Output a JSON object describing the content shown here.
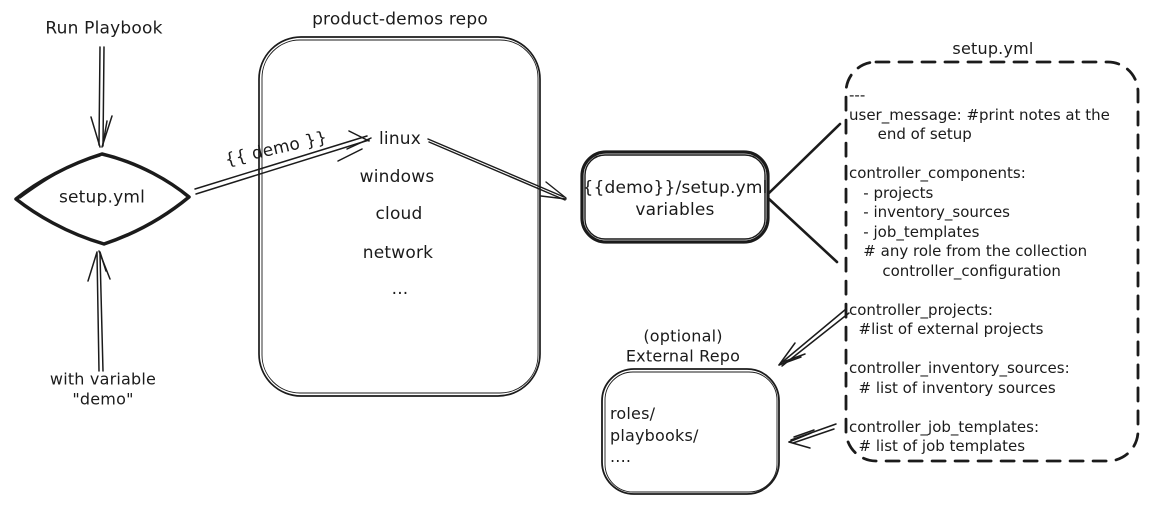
{
  "colors": {
    "ink": "#1b1b1b",
    "background": "#ffffff"
  },
  "left_flow": {
    "run_playbook_label": "Run Playbook",
    "diamond_label": "setup.yml",
    "with_variable_lines": [
      "with variable",
      "\"demo\""
    ]
  },
  "demos_repo": {
    "title": "product-demos repo",
    "items": [
      "linux",
      "windows",
      "cloud",
      "network",
      "..."
    ]
  },
  "demo_arrow": {
    "label": "{{ demo }}"
  },
  "variables_box": {
    "lines": [
      "{{demo}}/setup.yml",
      "variables"
    ]
  },
  "setup_yml_file": {
    "title": "setup.yml",
    "content": [
      "---",
      "user_message: #print notes at the",
      "      end of setup",
      "",
      "controller_components:",
      "   - projects",
      "   - inventory_sources",
      "   - job_templates",
      "   # any role from the collection",
      "       controller_configuration",
      "",
      "controller_projects:",
      "  #list of external projects",
      "",
      "controller_inventory_sources:",
      "  # list of inventory sources",
      "",
      "controller_job_templates:",
      "  # list of job templates"
    ]
  },
  "external_repo": {
    "title_lines": [
      "(optional)",
      "External Repo"
    ],
    "content_lines": [
      "roles/",
      "playbooks/",
      "...."
    ]
  }
}
